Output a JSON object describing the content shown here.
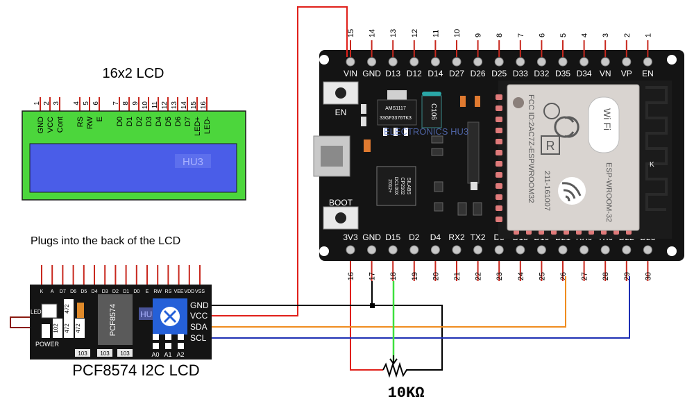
{
  "lcd": {
    "title": "16x2 LCD",
    "pin_numbers": [
      "1",
      "2",
      "3",
      "4",
      "5",
      "6",
      "7",
      "8",
      "9",
      "10",
      "11",
      "12",
      "13",
      "14",
      "15",
      "16"
    ],
    "pin_labels": [
      "GND",
      "VCC",
      "Cont",
      "RS",
      "RW",
      "E",
      "D0",
      "D1",
      "D2",
      "D3",
      "D4",
      "D5",
      "D6",
      "D7",
      "LED+",
      "LED-"
    ],
    "watermark": "HU3"
  },
  "i2c_module": {
    "caption": "Plugs into the back  of the LCD",
    "name": "PCF8574 I2C LCD",
    "header_labels": [
      "K",
      "A",
      "D7",
      "D6",
      "D5",
      "D4",
      "D3",
      "D2",
      "D1",
      "D0",
      "E",
      "RW",
      "RS",
      "VEE",
      "VDD",
      "VSS"
    ],
    "led_label": "LED",
    "power_label": "POWER",
    "chip_label": "PCF8574",
    "resistor_labels": [
      "472",
      "102",
      "472",
      "472"
    ],
    "bottom_codes": [
      "103",
      "103",
      "103"
    ],
    "addr_labels": [
      "A0",
      "A1",
      "A2"
    ],
    "signal_pins": [
      "GND",
      "VCC",
      "SDA",
      "SCL"
    ],
    "watermark": "HU3"
  },
  "esp32": {
    "top_pin_numbers": [
      "15",
      "14",
      "13",
      "12",
      "11",
      "10",
      "9",
      "8",
      "7",
      "6",
      "5",
      "4",
      "3",
      "2",
      "1"
    ],
    "top_pin_labels": [
      "VIN",
      "GND",
      "D13",
      "D12",
      "D14",
      "D27",
      "D26",
      "D25",
      "D33",
      "D32",
      "D35",
      "D34",
      "VN",
      "VP",
      "EN"
    ],
    "bottom_pin_labels": [
      "3V3",
      "GND",
      "D15",
      "D2",
      "D4",
      "RX2",
      "TX2",
      "D5",
      "D18",
      "D19",
      "D21",
      "RX0",
      "TX0",
      "D22",
      "D23"
    ],
    "bottom_pin_numbers": [
      "16",
      "17",
      "18",
      "19",
      "20",
      "21",
      "22",
      "23",
      "24",
      "25",
      "26",
      "27",
      "28",
      "29",
      "30"
    ],
    "en_button": "EN",
    "boot_button": "BOOT",
    "regulator_lines": [
      "AMS1117",
      "33GF3376TK3"
    ],
    "cap_label": "C106",
    "usb_chip_lines": [
      "SILABS",
      "CP2102",
      "DCL00X",
      "2012+"
    ],
    "watermark": "ELECTRONICS HU3",
    "module_text_1": "FCC ID:2AC7Z-ESPWROOM32",
    "module_text_2": "211-161007",
    "module_text_3": "ESP-WROOM-32",
    "wifi_text": "Wi  Fi",
    "antenna_letter": "K"
  },
  "potentiometer": {
    "label": "10KΩ"
  },
  "colors": {
    "wire_red": "#e0201a",
    "wire_black": "#000000",
    "wire_orange": "#f08c1e",
    "wire_blue": "#1e2fb4",
    "wire_green": "#3ee03e",
    "lcd_green": "#4cd63c",
    "lcd_blue": "#4a5de8",
    "board_black": "#141414",
    "pin_red": "#c8281e",
    "potentiometer_blue": "#1e6fd6"
  }
}
